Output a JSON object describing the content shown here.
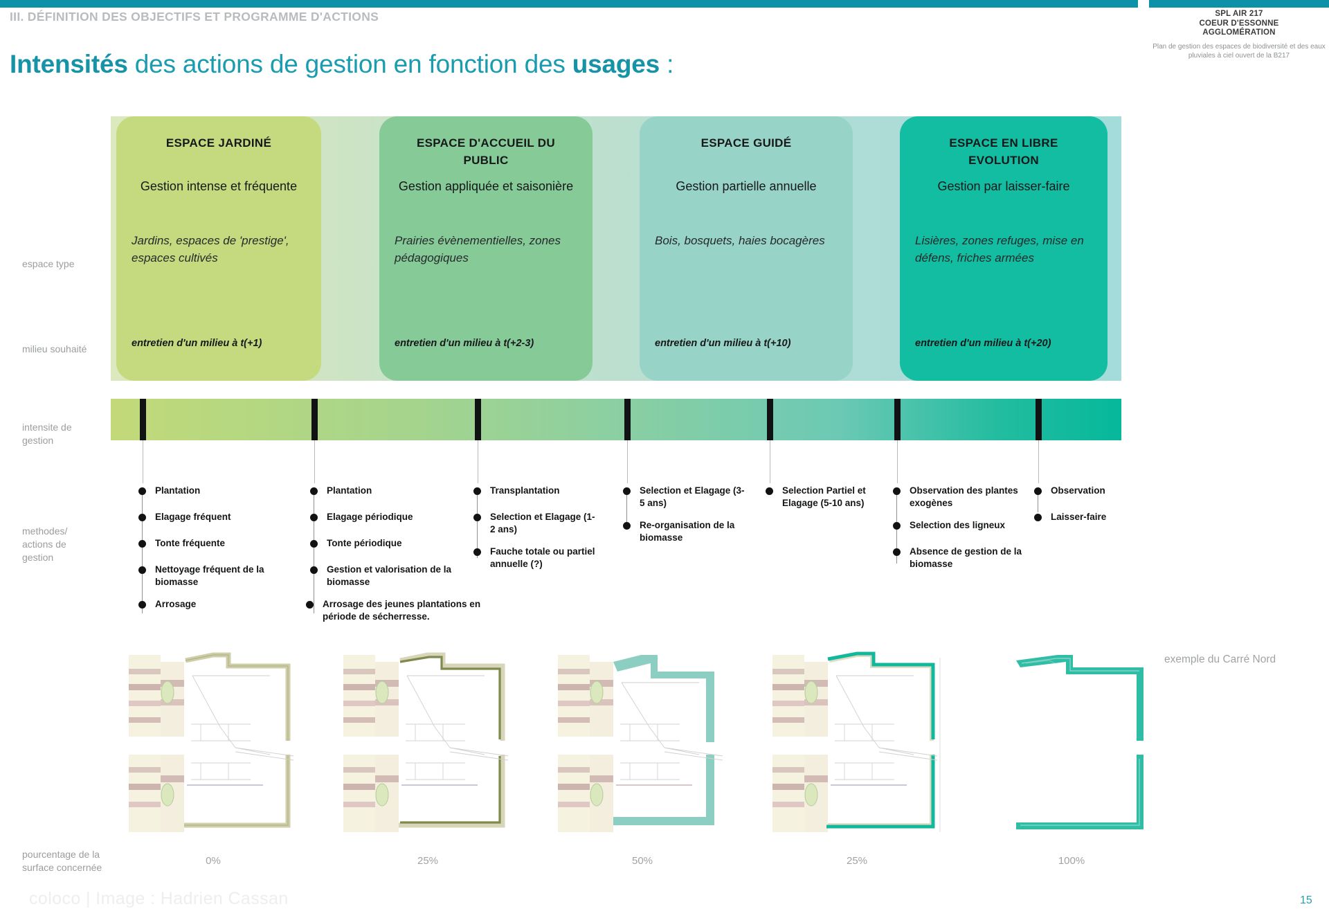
{
  "header": {
    "kicker": "III. DÉFINITION DES OBJECTIFS ET PROGRAMME D'ACTIONS",
    "title_bold_1": "Intensités",
    "title_mid": " des actions de gestion en fonction des ",
    "title_bold_2": "usages",
    "title_end": " :",
    "accent_color": "#1a9cb0",
    "rule_color": "#0d91a8"
  },
  "brand": {
    "line1": "SPL AIR 217",
    "line2": "COEUR D'ESSONNE",
    "line3": "AGGLOMÉRATION",
    "subtitle": "Plan de gestion des espaces de biodiversité et des eaux pluviales à ciel ouvert de la B217"
  },
  "row_labels": {
    "espace_type": "espace type",
    "milieu_souhaite": "milieu souhaité",
    "intensite": "intensite de gestion",
    "methodes": "methodes/ actions de gestion",
    "pourcentage": "pourcentage de la surface concernée"
  },
  "cards": [
    {
      "title": "ESPACE JARDINÉ",
      "management": "Gestion intense et fréquente",
      "types": "Jardins, espaces de 'prestige', espaces cultivés",
      "milieu": "entretien d'un milieu à t(+1)",
      "color": "#c5da7e"
    },
    {
      "title": "ESPACE D'ACCUEIL DU PUBLIC",
      "management": "Gestion appliquée et saisonière",
      "types": "Prairies évènementielles, zones pédagogiques",
      "milieu": "entretien d'un milieu à t(+2-3)",
      "color": "#86ca98"
    },
    {
      "title": "ESPACE GUIDÉ",
      "management": "Gestion partielle annuelle",
      "types": "Bois, bosquets, haies bocagères",
      "milieu": "entretien d'un milieu à t(+10)",
      "color": "#97d3c6"
    },
    {
      "title": "ESPACE EN LIBRE EVOLUTION",
      "management": "Gestion par laisser-faire",
      "types": "Lisières, zones refuges, mise en défens, friches armées",
      "milieu": "entretien d'un milieu à t(+20)",
      "color": "#12bda2"
    }
  ],
  "action_columns": [
    {
      "items": [
        "Plantation",
        "Elagage fréquent",
        "Tonte fréquente",
        "Nettoyage fréquent de la biomasse",
        "Arrosage"
      ]
    },
    {
      "items": [
        "Plantation",
        "Elagage périodique",
        "Tonte périodique",
        "Gestion et valorisation de la biomasse",
        "Arrosage des jeunes plantations en période de sécherresse."
      ]
    },
    {
      "items": [
        "Transplantation",
        "Selection et Elagage (1-2 ans)",
        "Fauche totale ou partiel annuelle (?)"
      ]
    },
    {
      "items": [
        "Selection et Elagage (3-5 ans)",
        "Re-organisation de la biomasse"
      ]
    },
    {
      "items": [
        "Selection Partiel et Elagage (5-10 ans)"
      ]
    },
    {
      "items": [
        "Observation des plantes exogènes",
        "Selection des ligneux",
        "Absence de gestion de la biomasse"
      ]
    },
    {
      "items": [
        "Observation",
        "Laisser-faire"
      ]
    }
  ],
  "plans": [
    {
      "percent": "0%"
    },
    {
      "percent": "25%"
    },
    {
      "percent": "50%"
    },
    {
      "percent": "25%"
    },
    {
      "percent": "100%"
    }
  ],
  "exemple_label": "exemple du Carré Nord",
  "footer": {
    "credit": "coloco | Image : Hadrien Cassan",
    "page": "15"
  }
}
